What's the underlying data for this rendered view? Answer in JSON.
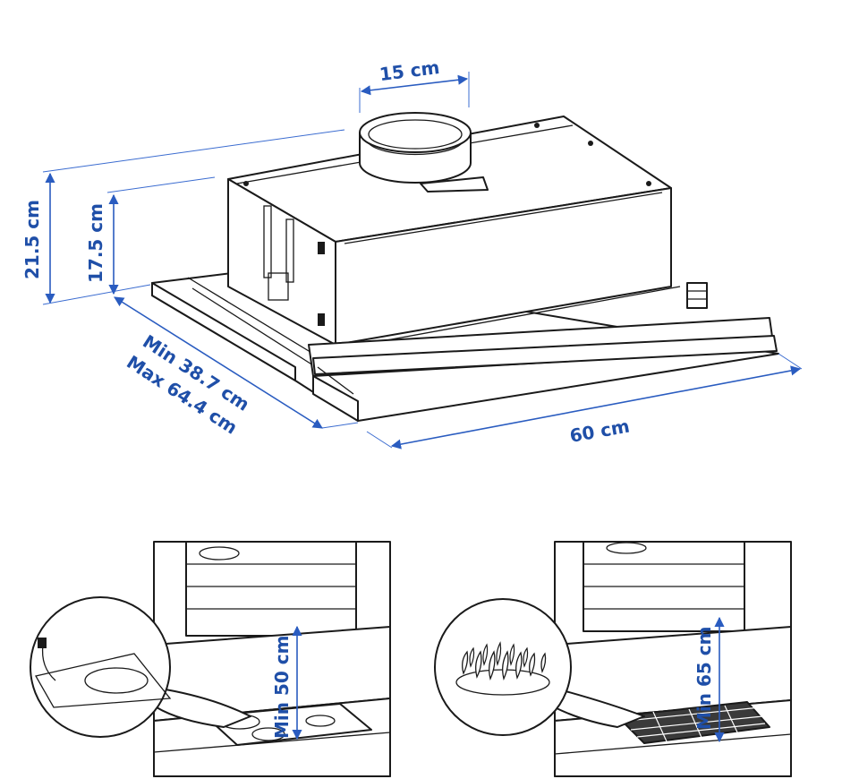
{
  "dimensions": {
    "duct": "15 cm",
    "height_total": "21.5 cm",
    "height_body": "17.5 cm",
    "depth_min": "Min 38.7 cm",
    "depth_max": "Max 64.4 cm",
    "width": "60 cm"
  },
  "clearances": {
    "electric": "Min 50 cm",
    "gas": "Min 65 cm"
  },
  "colors": {
    "accent": "#1f4fa8",
    "ink": "#1a1a1a"
  }
}
